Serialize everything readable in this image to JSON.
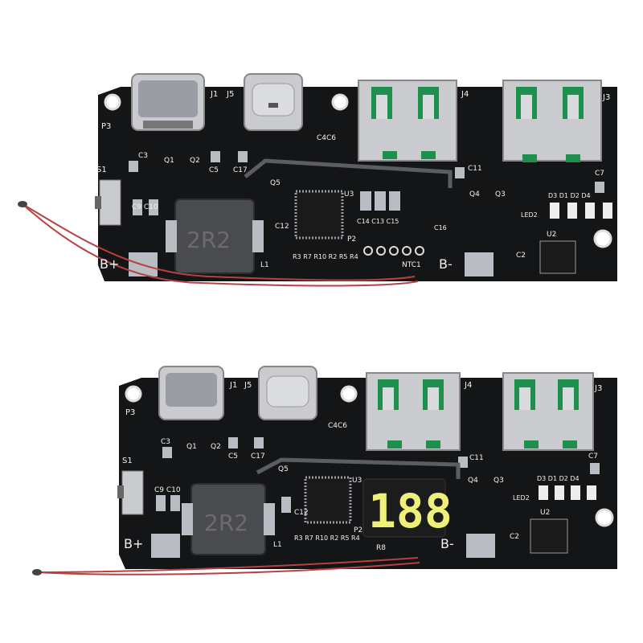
{
  "colors": {
    "board": "#141517",
    "silkscreen": "#f2f2f2",
    "pad": "#b9bcc2",
    "usb_metal": "#c9cbcf",
    "usb_green": "#1f8f4d",
    "inductor": "#4a4b4e",
    "wire": "#b84040",
    "display": "#eef07a"
  },
  "boards": [
    {
      "id": "top",
      "has_display": false,
      "labels": {
        "j1": "J1",
        "j5": "J5",
        "j4": "J4",
        "j3": "J3",
        "p3": "P3",
        "s1": "S1",
        "c3": "C3",
        "q1": "Q1",
        "q2": "Q2",
        "c5": "C5",
        "c17": "C17",
        "c4c6": "C4C6",
        "c9c10": "C9 C10",
        "c12": "C12",
        "q5": "Q5",
        "u3": "U3",
        "p2": "P2",
        "l1": "L1",
        "inductor": "2R2",
        "bplus": "B+",
        "bminus": "B-",
        "c11": "C11",
        "c14": "C14 C13 C15",
        "c16": "C16",
        "q4": "Q4",
        "q3": "Q3",
        "led2": "LED2",
        "d_row": "D3 D1 D2 D4",
        "c7": "C7",
        "u2": "U2",
        "c2": "C2",
        "r_row": "R3 R7 R10 R2 R5 R4",
        "ntc": "NTC1"
      }
    },
    {
      "id": "bottom",
      "has_display": true,
      "display_text": "188",
      "labels": {
        "j1": "J1",
        "j5": "J5",
        "j4": "J4",
        "j3": "J3",
        "p3": "P3",
        "s1": "S1",
        "c3": "C3",
        "q1": "Q1",
        "q2": "Q2",
        "c5": "C5",
        "c17": "C17",
        "c4c6": "C4C6",
        "c9c10": "C9 C10",
        "c12": "C12",
        "q5": "Q5",
        "u3": "U3",
        "p2": "P2",
        "l1": "L1",
        "inductor": "2R2",
        "bplus": "B+",
        "bminus": "B-",
        "c11": "C11",
        "q4": "Q4",
        "q3": "Q3",
        "led2": "LED2",
        "d_row": "D3 D1 D2 D4",
        "c7": "C7",
        "u2": "U2",
        "c2": "C2",
        "r_row": "R3 R7 R10 R2 R5 R4",
        "r8": "R8"
      }
    }
  ]
}
